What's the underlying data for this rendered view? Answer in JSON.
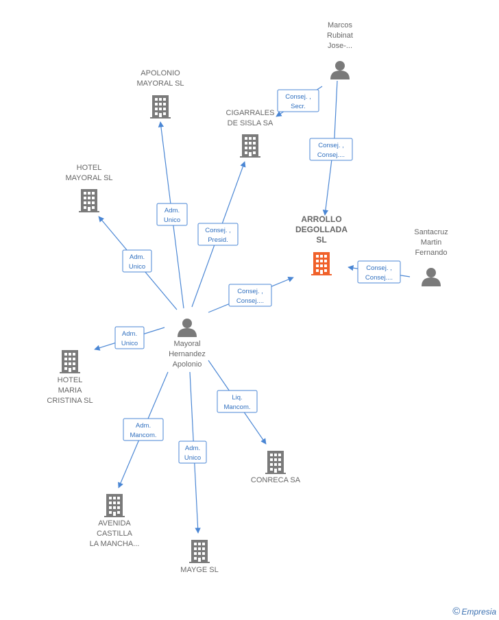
{
  "nodes": [
    {
      "id": "apolonio",
      "type": "company",
      "lines": [
        "APOLONIO",
        "MAYORAL  SL"
      ]
    },
    {
      "id": "cigarrales",
      "type": "company",
      "lines": [
        "CIGARRALES",
        "DE SISLA SA"
      ]
    },
    {
      "id": "hotel_mayoral",
      "type": "company",
      "lines": [
        "HOTEL",
        "MAYORAL  SL"
      ]
    },
    {
      "id": "arrollo",
      "type": "company_main",
      "lines": [
        "ARROLLO",
        "DEGOLLADA",
        "SL"
      ]
    },
    {
      "id": "marcos",
      "type": "person",
      "lines": [
        "Marcos",
        "Rubinat",
        "Jose-..."
      ]
    },
    {
      "id": "santacruz",
      "type": "person",
      "lines": [
        "Santacruz",
        "Martin",
        "Fernando"
      ]
    },
    {
      "id": "mayoral",
      "type": "person",
      "lines": [
        "Mayoral",
        "Hernandez",
        "Apolonio"
      ]
    },
    {
      "id": "hotel_maria",
      "type": "company",
      "lines": [
        "HOTEL",
        "MARIA",
        "CRISTINA  SL"
      ]
    },
    {
      "id": "avenida",
      "type": "company",
      "lines": [
        "AVENIDA",
        "CASTILLA",
        "LA MANCHA..."
      ]
    },
    {
      "id": "mayge",
      "type": "company",
      "lines": [
        "MAYGE  SL"
      ]
    },
    {
      "id": "dreca",
      "type": "company",
      "lines": [
        "CONRECA SA"
      ]
    }
  ],
  "edges": [
    {
      "id": "marcos-cigarrales",
      "lines": [
        "Consej. ,",
        "Secr."
      ]
    },
    {
      "id": "marcos-arrollo",
      "lines": [
        "Consej. ,",
        "Consej...."
      ]
    },
    {
      "id": "santacruz-arrollo",
      "lines": [
        "Consej. ,",
        "Consej...."
      ]
    },
    {
      "id": "mayoral-apolonio",
      "lines": [
        "Adm.",
        "Unico"
      ]
    },
    {
      "id": "mayoral-cigarrales",
      "lines": [
        "Consej. ,",
        "Presid."
      ]
    },
    {
      "id": "mayoral-hotel_mayoral",
      "lines": [
        "Adm.",
        "Unico"
      ]
    },
    {
      "id": "mayoral-arrollo",
      "lines": [
        "Consej. ,",
        "Consej...."
      ]
    },
    {
      "id": "mayoral-hotel_maria",
      "lines": [
        "Adm.",
        "Unico"
      ]
    },
    {
      "id": "mayoral-dreca",
      "lines": [
        "Liq.",
        "Mancom."
      ]
    },
    {
      "id": "mayoral-avenida",
      "lines": [
        "Adm.",
        "Mancom."
      ]
    },
    {
      "id": "mayoral-mayge",
      "lines": [
        "Adm.",
        "Unico"
      ]
    }
  ],
  "colors": {
    "edge": "#4a86d4",
    "company": "#7a7a7a",
    "company_main": "#f0612a",
    "person": "#7a7a7a"
  },
  "brand": {
    "copyright": "©",
    "name": "Empresia"
  }
}
